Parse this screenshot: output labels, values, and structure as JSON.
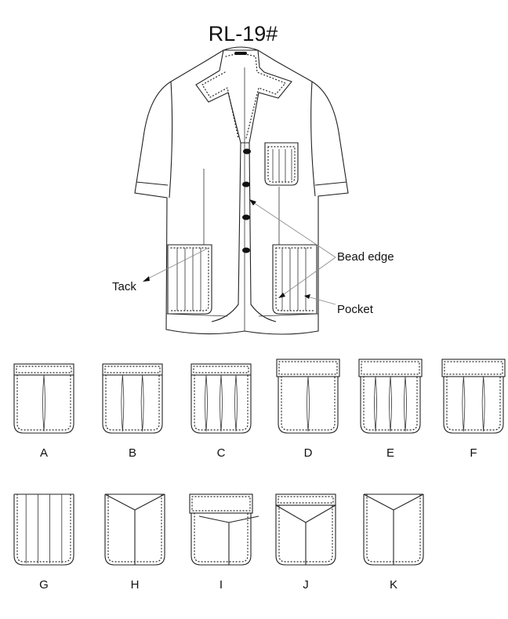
{
  "title": "RL-19#",
  "callouts": {
    "tack": "Tack",
    "bead_edge": "Bead edge",
    "pocket": "Pocket"
  },
  "pockets": [
    {
      "label": "A",
      "style": "band",
      "pleats": 1
    },
    {
      "label": "B",
      "style": "band",
      "pleats": 2
    },
    {
      "label": "C",
      "style": "band",
      "pleats": 3
    },
    {
      "label": "D",
      "style": "flap",
      "pleats": 1
    },
    {
      "label": "E",
      "style": "flap",
      "pleats": 3
    },
    {
      "label": "F",
      "style": "flap",
      "pleats": 2
    },
    {
      "label": "G",
      "style": "box-pleat",
      "pleats": 4
    },
    {
      "label": "H",
      "style": "v-yoke",
      "pleats": 0
    },
    {
      "label": "I",
      "style": "flap-v-yoke",
      "pleats": 0
    },
    {
      "label": "J",
      "style": "band-v-yoke",
      "pleats": 0
    },
    {
      "label": "K",
      "style": "v-yoke",
      "pleats": 0
    }
  ]
}
